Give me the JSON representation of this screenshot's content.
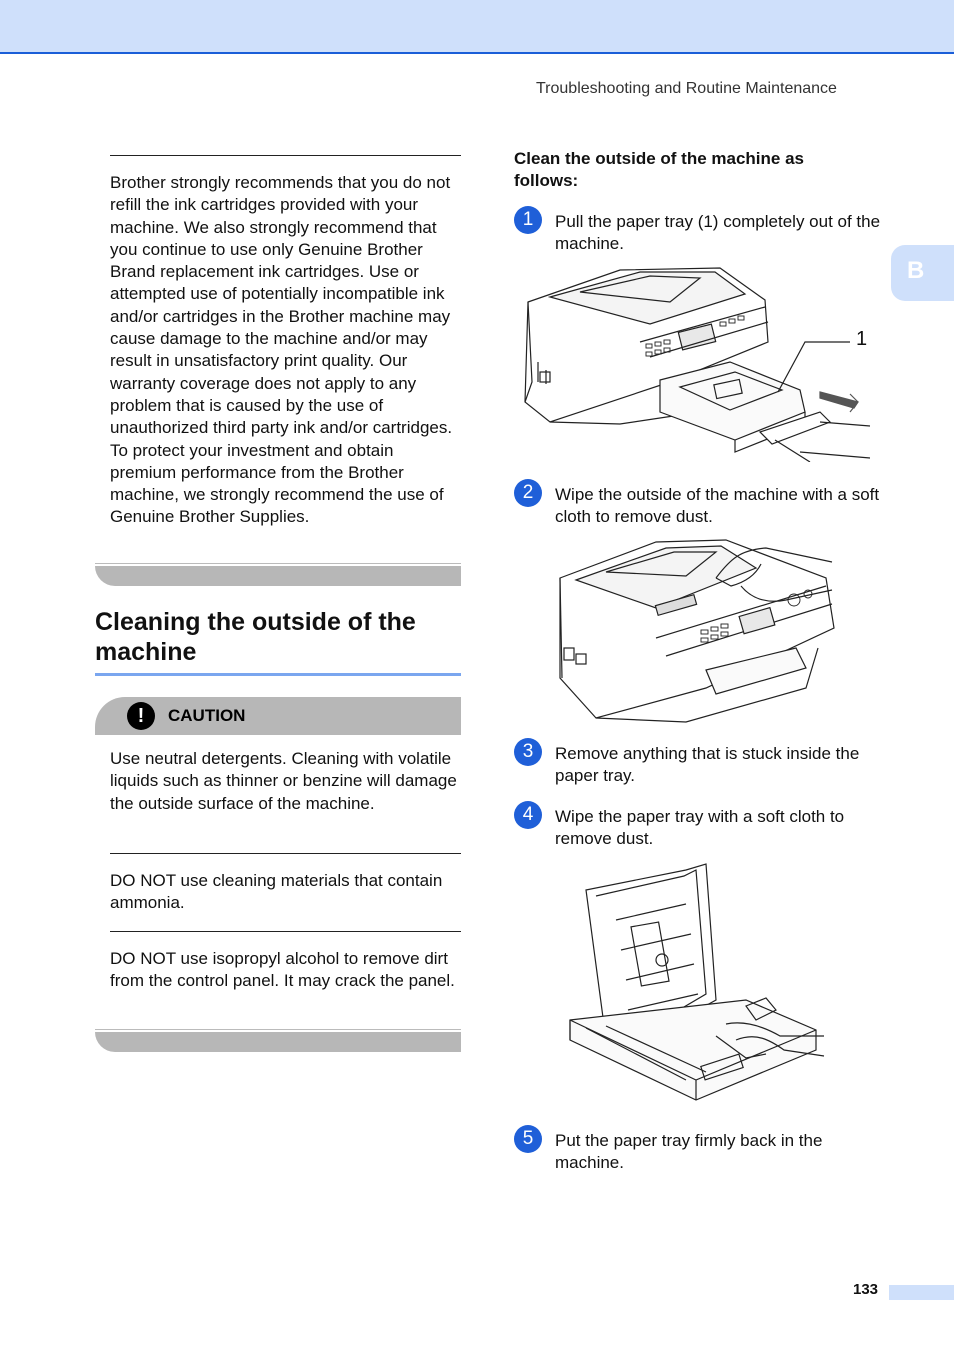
{
  "header": {
    "running_title": "Troubleshooting and Routine Maintenance",
    "chapter_tab": "B"
  },
  "left": {
    "note_text": "Brother strongly recommends that you do not refill the ink cartridges provided with your machine. We also strongly recommend that you continue to use only Genuine Brother Brand replacement ink cartridges. Use or attempted use of potentially incompatible ink and/or cartridges in the Brother machine may cause damage to the machine and/or may result in unsatisfactory print quality. Our warranty coverage does not apply to any problem that is caused by the use of unauthorized third party ink and/or cartridges. To protect your investment and obtain premium performance from the Brother machine, we strongly recommend the use of Genuine Brother Supplies.",
    "section_title": "Cleaning the outside of the machine",
    "caution_label": "CAUTION",
    "caution_icon": "!",
    "caution_items": [
      "Use neutral detergents. Cleaning with volatile liquids such as thinner or benzine will damage the outside surface of the machine.",
      "DO NOT use cleaning materials that contain ammonia.",
      "DO NOT use isopropyl alcohol to remove dirt from the control panel. It may crack the panel."
    ]
  },
  "right": {
    "heading": "Clean the outside of the machine as follows:",
    "steps": [
      {
        "num": "1",
        "text": "Pull the paper tray (1) completely out of the machine."
      },
      {
        "num": "2",
        "text": "Wipe the outside of the machine with a soft cloth to remove dust."
      },
      {
        "num": "3",
        "text": "Remove anything that is stuck inside the paper tray."
      },
      {
        "num": "4",
        "text": "Wipe the paper tray with a soft cloth to remove dust."
      },
      {
        "num": "5",
        "text": "Put the paper tray firmly back in the machine."
      }
    ],
    "figure1_callout": "1"
  },
  "footer": {
    "page_number": "133"
  },
  "colors": {
    "accent_blue": "#1f5fd8",
    "tab_blue": "#cfe0fb",
    "band_grey": "#b7b7b7"
  }
}
